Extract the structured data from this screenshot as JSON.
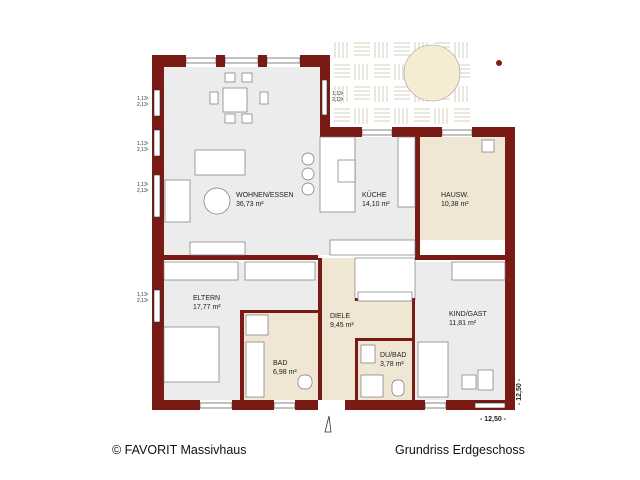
{
  "colors": {
    "wall": "#7a1a14",
    "living_floor": "#ececec",
    "wet_floor": "#efe6d3",
    "terrace_hatch": "#c9c4ae",
    "umbrella": "#f5ecd2"
  },
  "rooms": [
    {
      "name": "WOHNEN/ESSEN",
      "area": "36,73 m²"
    },
    {
      "name": "KÜCHE",
      "area": "14,10 m²"
    },
    {
      "name": "HAUSW.",
      "area": "10,38 m²"
    },
    {
      "name": "ELTERN",
      "area": "17,77 m²"
    },
    {
      "name": "DIELE",
      "area": "9,45 m²"
    },
    {
      "name": "BAD",
      "area": "6,98 m²"
    },
    {
      "name": "DU/BAD",
      "area": "3,78 m²"
    },
    {
      "name": "KIND/GAST",
      "area": "11,81 m²"
    }
  ],
  "window_dims": {
    "top": "1,13¹",
    "bottom": "2,13¹"
  },
  "dimensions": {
    "width": "- 12,50 -",
    "depth": "- 12,50 -"
  },
  "footer": {
    "copyright": "© FAVORIT Massivhaus",
    "title": "Grundriss Erdgeschoss"
  }
}
